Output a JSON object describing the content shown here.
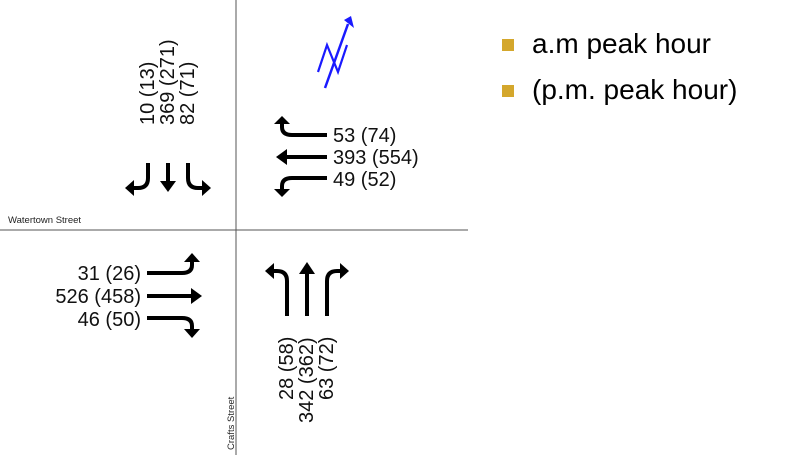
{
  "streets": {
    "east_west": "Watertown Street",
    "north_south": "Crafts Street"
  },
  "north_arrow": {
    "label": "N",
    "color": "#1a1aff"
  },
  "volumes": {
    "southbound": [
      "10 (13)",
      "369 (271)",
      "82 (71)"
    ],
    "westbound": [
      "53 (74)",
      "393 (554)",
      "49 (52)"
    ],
    "eastbound": [
      "31 (26)",
      "526 (458)",
      "46 (50)"
    ],
    "northbound": [
      "28 (58)",
      "342 (362)",
      "63 (72)"
    ]
  },
  "legend": {
    "bullet_color": "#d4a72c",
    "items": [
      "a.m peak hour",
      "(p.m. peak hour)"
    ]
  }
}
